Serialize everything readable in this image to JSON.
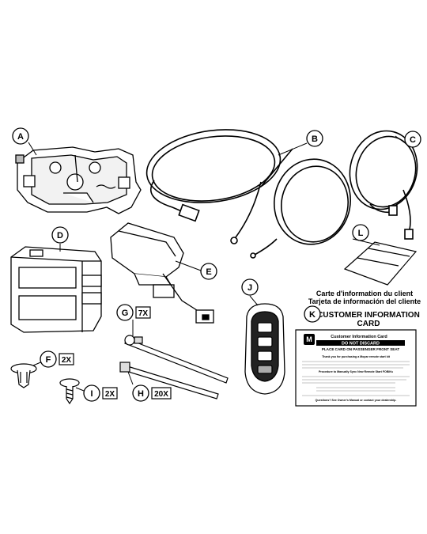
{
  "callouts": {
    "a": "A",
    "b": "B",
    "c": "C",
    "d": "D",
    "e": "E",
    "f": "F",
    "g": "G",
    "h": "H",
    "i": "I",
    "j": "J",
    "k": "K",
    "l": "L"
  },
  "quantities": {
    "f": "2X",
    "g": "7X",
    "h": "20X",
    "i": "2X"
  },
  "card": {
    "caption_fr": "Carte d'information du client",
    "caption_es": "Tarjeta de información del cliente",
    "heading_line1": "CUSTOMER INFORMATION",
    "heading_line2": "CARD",
    "title": "Customer Information Card",
    "do_not_discard": "DO NOT DISCARD",
    "place_card": "PLACE CARD ON PASSENGER FRONT SEAT",
    "thanks": "Thank you for purchasing a Mopar remote start kit",
    "notes_heading": "Procedure to Manually Sync New Remote Start FOBIKs",
    "questions": "Questions? See Owner's Manual or contact your dealership."
  },
  "colors": {
    "line": "#000000",
    "fill_light": "#ffffff",
    "fill_grey": "#d9d9d9"
  }
}
